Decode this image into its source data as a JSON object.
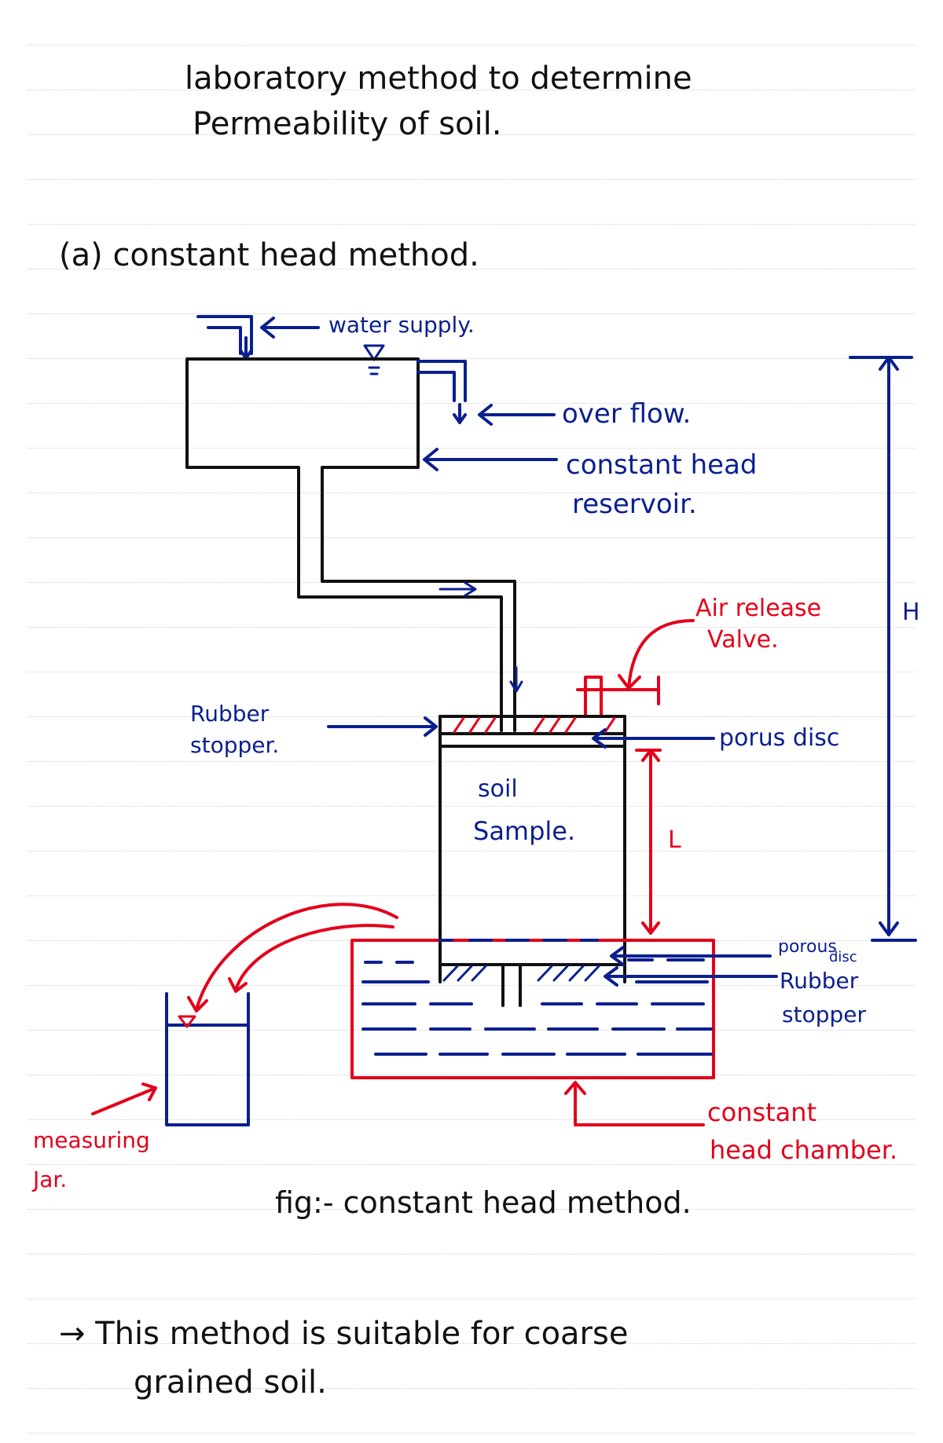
{
  "heading": {
    "line1": "laboratory method to determine",
    "line2": "Permeability of soil."
  },
  "section": {
    "label": "(a) constant head method."
  },
  "labels": {
    "water_supply": "water supply.",
    "over_flow": "over flow.",
    "reservoir_line1": "constant head",
    "reservoir_line2": "reservoir.",
    "air_release_line1": "Air release",
    "air_release_line2": "Valve.",
    "rubber_stopper_top_line1": "Rubber",
    "rubber_stopper_top_line2": "stopper.",
    "porous_disc_top": "porus disc",
    "soil_line1": "soil",
    "soil_line2": "Sample.",
    "length": "L",
    "head": "H",
    "porous_disc_bottom_line1": "porous",
    "porous_disc_bottom_line2": "disc",
    "rubber_stopper_bottom_line1": "Rubber",
    "rubber_stopper_bottom_line2": "stopper",
    "measuring_jar_line1": "measuring",
    "measuring_jar_line2": "Jar.",
    "chamber_line1": "constant",
    "chamber_line2": "head chamber."
  },
  "caption": "fig:- constant head method.",
  "note": {
    "line1": "→ This method is suitable for coarse",
    "line2": "grained soil."
  },
  "colors": {
    "ink_black": "#111111",
    "ink_blue": "#0a1f8f",
    "ink_red": "#e3001b",
    "ruled_line": "#d2d2d2"
  }
}
